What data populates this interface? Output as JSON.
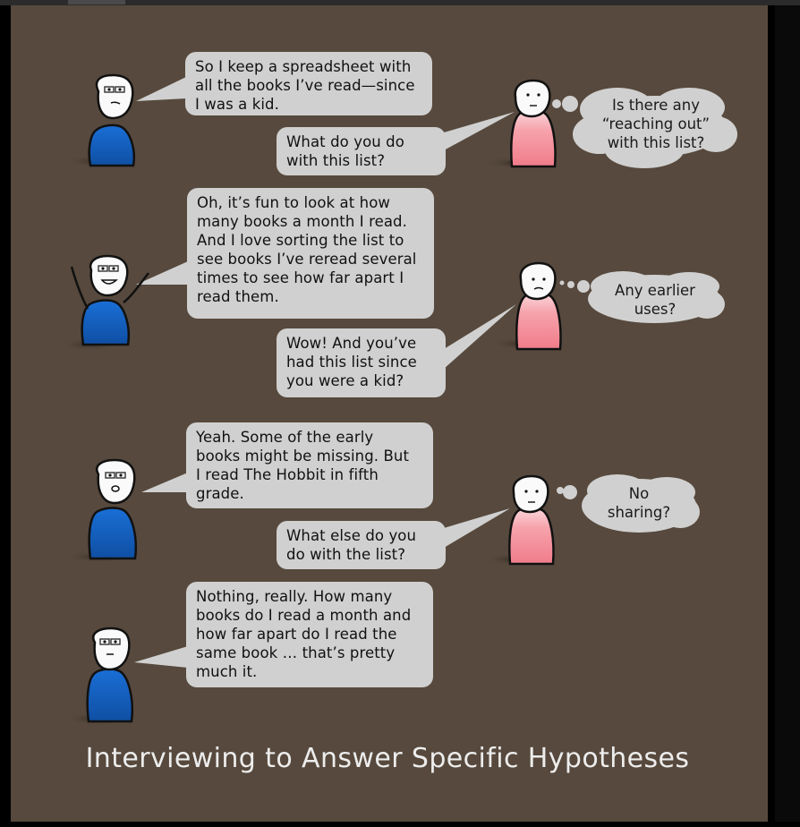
{
  "caption": "Interviewing to Answer Specific Hypotheses",
  "colors": {
    "background": "#57493d",
    "speech_bubble": "#d0d0d0",
    "interviewee": "#1560bd",
    "interviewer": "#f3909a",
    "caption_text": "#ededed"
  },
  "panels": [
    {
      "interviewee_line": "So I keep a spreadsheet with\nall the books I’ve read—since\nI was a kid.",
      "interviewer_line": "What do you do\nwith this list?",
      "interviewer_thought": "Is there any\n“reaching out”\nwith this list?"
    },
    {
      "interviewee_line": "Oh, it’s fun to look at how\nmany books a month I read.\nAnd I love sorting the list to\nsee books I’ve reread several\ntimes to see how far apart I\nread them.",
      "interviewer_line": "Wow! And you’ve\nhad this list since\nyou were a kid?",
      "interviewer_thought": "Any earlier\nuses?"
    },
    {
      "interviewee_line": "Yeah. Some of the early\nbooks might be missing. But\nI read The  Hobbit in fifth\ngrade.",
      "interviewer_line": "What else do you\ndo with the list?",
      "interviewer_thought": "No\nsharing?"
    },
    {
      "interviewee_line": "Nothing, really. How many\nbooks do I read a month and\nhow far apart do I read the\nsame book … that’s pretty\nmuch it."
    }
  ]
}
